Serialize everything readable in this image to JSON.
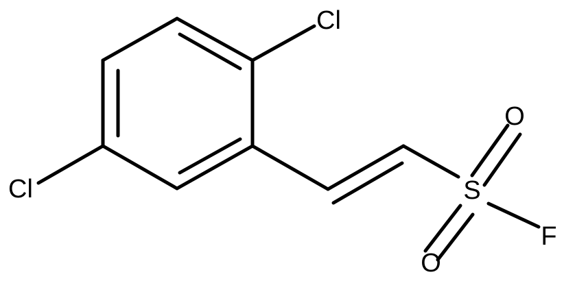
{
  "structure": {
    "atoms": [
      {
        "id": "cl_top",
        "element": "Cl"
      },
      {
        "id": "cl_left",
        "element": "Cl"
      },
      {
        "id": "o_top",
        "element": "O"
      },
      {
        "id": "o_bottom",
        "element": "O"
      },
      {
        "id": "s",
        "element": "S"
      },
      {
        "id": "f",
        "element": "F"
      }
    ],
    "colors": {
      "bond": "#000000",
      "label": "#000000",
      "background": "#ffffff"
    }
  }
}
